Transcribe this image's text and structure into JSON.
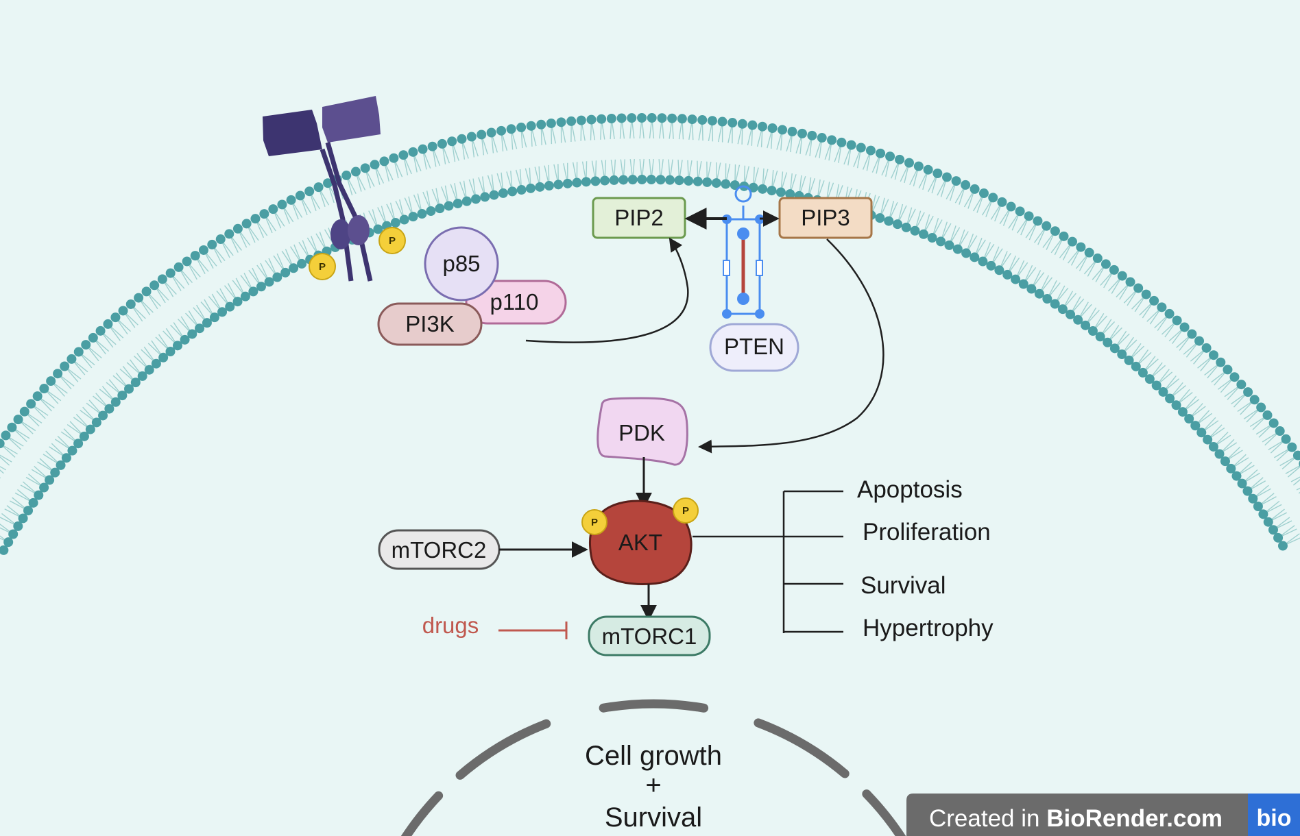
{
  "nodes": {
    "pip2": "PIP2",
    "pip3": "PIP3",
    "p85": "p85",
    "p110": "p110",
    "pi3k": "PI3K",
    "pten": "PTEN",
    "pdk": "PDK",
    "akt": "AKT",
    "mtorc2": "mTORC2",
    "mtorc1": "mTORC1"
  },
  "drugs": "drugs",
  "phospho_label": "P",
  "outcomes": [
    "Apoptosis",
    "Proliferation",
    "Survival",
    "Hypertrophy"
  ],
  "nucleus": {
    "line1": "Cell growth",
    "line2": "+",
    "line3": "Survival"
  },
  "watermark": {
    "prefix": "Created in ",
    "brand": "BioRender.com",
    "logo": "bio"
  },
  "colors": {
    "background": "#e9f6f5",
    "membrane_head": "#4a9ea3",
    "membrane_tail": "#9fd0cf",
    "receptor": "#5c4f8f",
    "receptor_dark": "#3d3470",
    "phospho": "#f4cf3a",
    "akt": "#b5453c",
    "drugs": "#c0584e",
    "pten_selection": "#4a8df0",
    "nucleus_envelope": "#6b6b6b",
    "watermark_bg": "#6b6b6b",
    "watermark_logo": "#2e6fd6"
  }
}
